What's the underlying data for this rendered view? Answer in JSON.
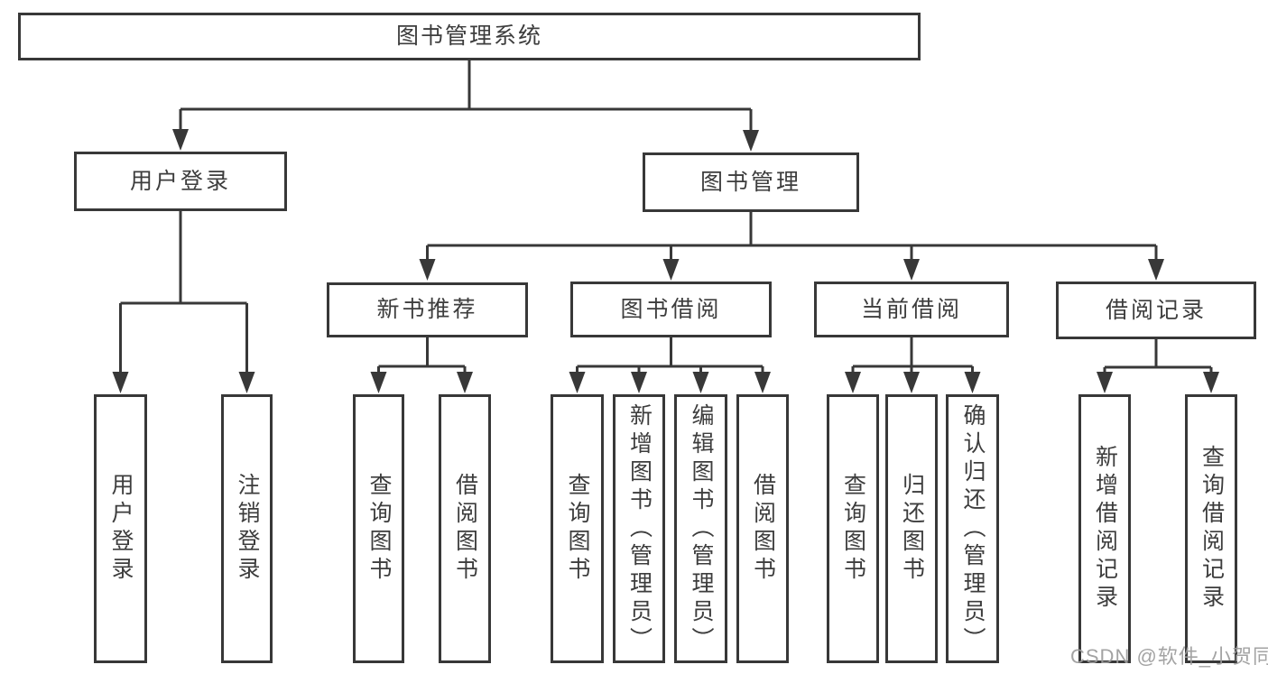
{
  "tree": {
    "label": "图书管理系统",
    "children": [
      {
        "label": "用户登录",
        "children": [
          {
            "label": "用户登录"
          },
          {
            "label": "注销登录"
          }
        ]
      },
      {
        "label": "图书管理",
        "children": [
          {
            "label": "新书推荐",
            "children": [
              {
                "label": "查询图书"
              },
              {
                "label": "借阅图书"
              }
            ]
          },
          {
            "label": "图书借阅",
            "children": [
              {
                "label": "查询图书"
              },
              {
                "label": "新增图书（管理员）"
              },
              {
                "label": "编辑图书（管理员）"
              },
              {
                "label": "借阅图书"
              }
            ]
          },
          {
            "label": "当前借阅",
            "children": [
              {
                "label": "查询图书"
              },
              {
                "label": "归还图书"
              },
              {
                "label": "确认归还（管理员）"
              }
            ]
          },
          {
            "label": "借阅记录",
            "children": [
              {
                "label": "新增借阅记录"
              },
              {
                "label": "查询借阅记录"
              }
            ]
          }
        ]
      }
    ]
  },
  "watermark": {
    "text": "CSDN @软件_小贺同学"
  },
  "colors": {
    "line": "#383838",
    "box_border": "#383838",
    "text": "#3d3d3d",
    "watermark": "#9c9c9c",
    "background": "#ffffff"
  }
}
